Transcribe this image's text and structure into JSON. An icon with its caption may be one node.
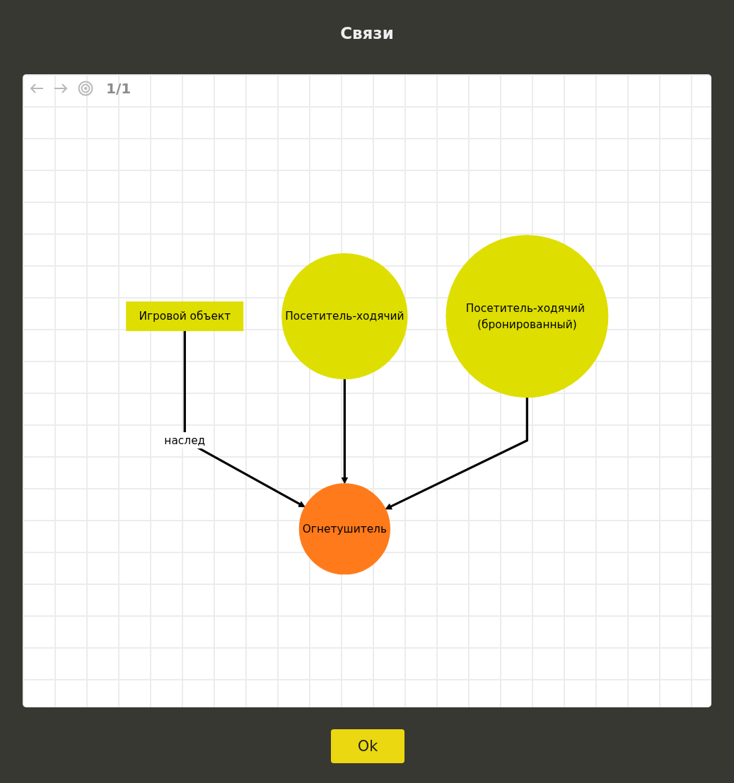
{
  "diagram": {
    "title": "Связи",
    "nodes": [
      {
        "text": [
          "Игровой объект"
        ]
      },
      {
        "text": [
          "Посетитель-ходячий"
        ]
      },
      {
        "text": [
          "Посетитель-ходячий (бронированный)"
        ]
      },
      {
        "text": [
          "Огнетушитель"
        ]
      }
    ],
    "edges": [
      {
        "from": 0,
        "to": 3,
        "arrow": "to",
        "label": "наслед"
      },
      {
        "from": 1,
        "to": 3,
        "arrow": "to"
      },
      {
        "from": 2,
        "to": 3,
        "arrow": "to"
      }
    ],
    "labels": [
      "1/1",
      "Ok"
    ]
  }
}
